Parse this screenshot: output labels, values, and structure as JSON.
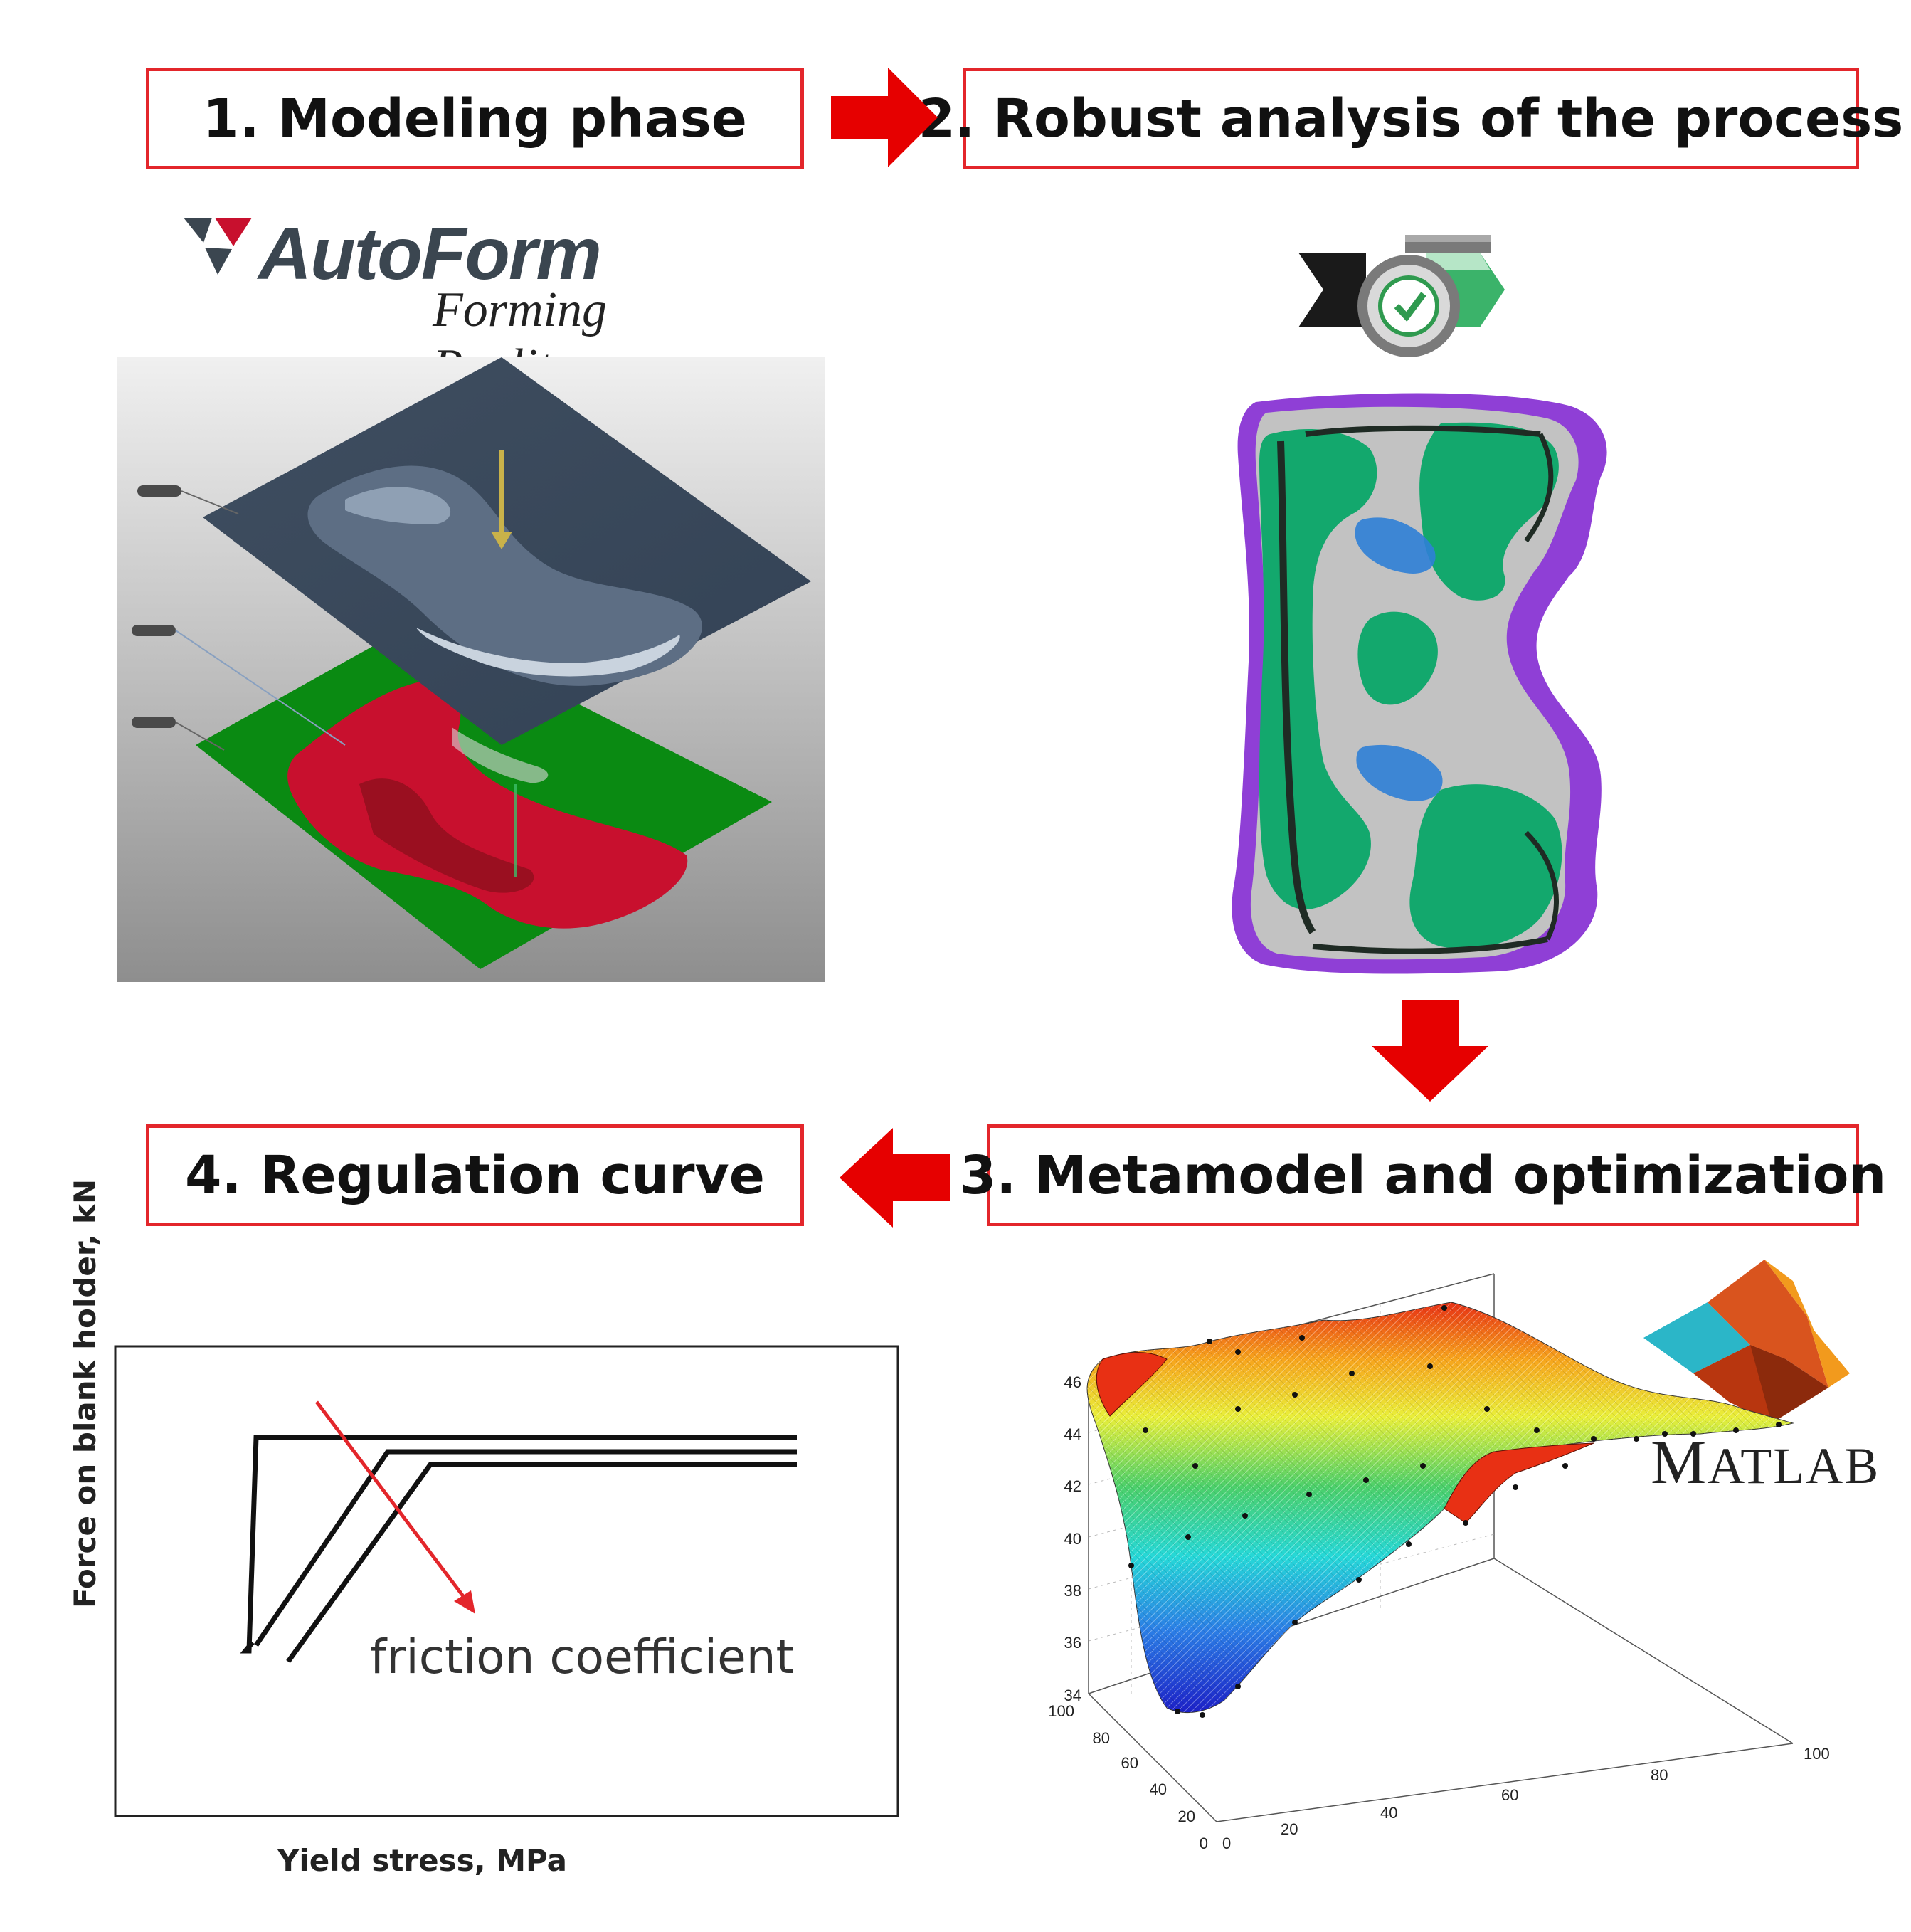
{
  "steps": {
    "s1": "1. Modeling phase",
    "s2": "2. Robust analysis of the process",
    "s3": "3. Metamodel and optimization",
    "s4": "4. Regulation curve"
  },
  "autoform": {
    "brand": "AutoForm",
    "tagline": "Forming Reality"
  },
  "matlab": {
    "brand_first": "M",
    "brand_rest": "ATLAB"
  },
  "regulation_chart": {
    "ylabel": "Force on blank holder, kN",
    "xlabel": "Yield stress, MPa",
    "annotation": "friction coefficient"
  },
  "surface_plot": {
    "z_ticks": [
      "46",
      "44",
      "42",
      "40",
      "38",
      "36",
      "34"
    ],
    "left_axis_ticks": [
      "100",
      "80",
      "60",
      "40",
      "20",
      "0"
    ],
    "right_axis_ticks": [
      "0",
      "20",
      "40",
      "60",
      "80",
      "100"
    ]
  },
  "colors": {
    "accent_red": "#e3262b",
    "arrow_red": "#e60000",
    "blank_green": "#0a8a12",
    "part_red": "#c8102e",
    "tool_blue": "#3b4a5c"
  }
}
